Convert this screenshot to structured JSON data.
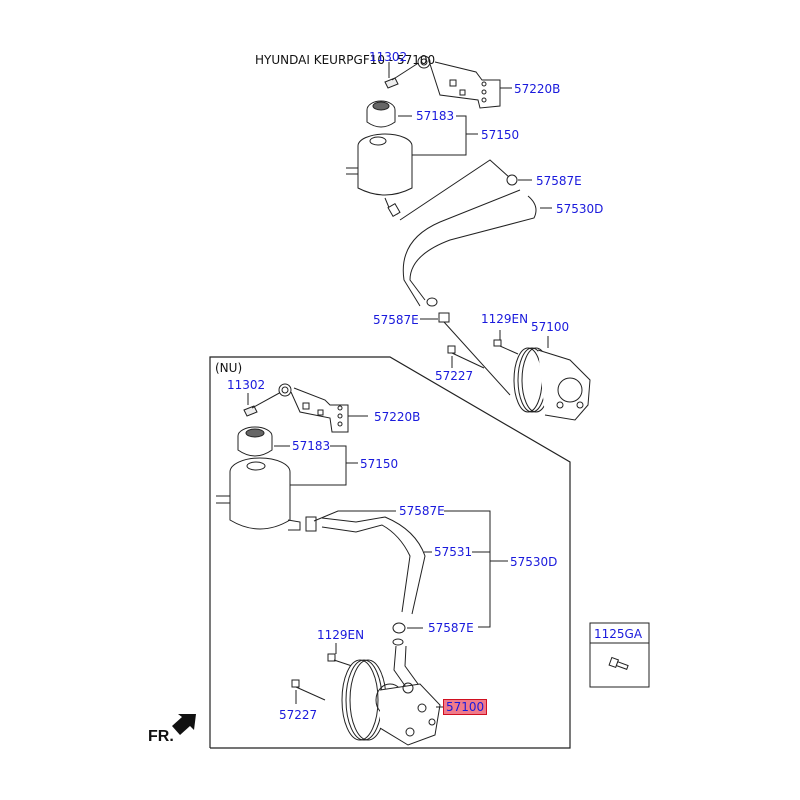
{
  "title": "HYUNDAI KEURPGF10 - 57100",
  "variant_label": "(NU)",
  "direction_label": "FR.",
  "upper_assembly": {
    "labels": {
      "bolt": "11302",
      "bracket": "57220B",
      "cap": "57183",
      "reservoir": "57150",
      "clamp_top": "57587E",
      "hose": "57530D",
      "clamp_bottom": "57587E",
      "pump_bolt": "1129EN",
      "pump": "57100",
      "long_bolt": "57227"
    }
  },
  "nu_assembly": {
    "labels": {
      "bolt": "11302",
      "bracket": "57220B",
      "cap": "57183",
      "reservoir": "57150",
      "clamp_top": "57587E",
      "hose_inner": "57531",
      "hose": "57530D",
      "clamp_bottom": "57587E",
      "pump_bolt": "1129EN",
      "long_bolt": "57227",
      "pump": "57100"
    },
    "highlighted_part": "57100"
  },
  "separate_part_box": {
    "label": "1125GA"
  },
  "colors": {
    "label": "#1a1adc",
    "highlight_fill": "#f07a8a",
    "highlight_border": "#d01020",
    "line": "#222222"
  }
}
